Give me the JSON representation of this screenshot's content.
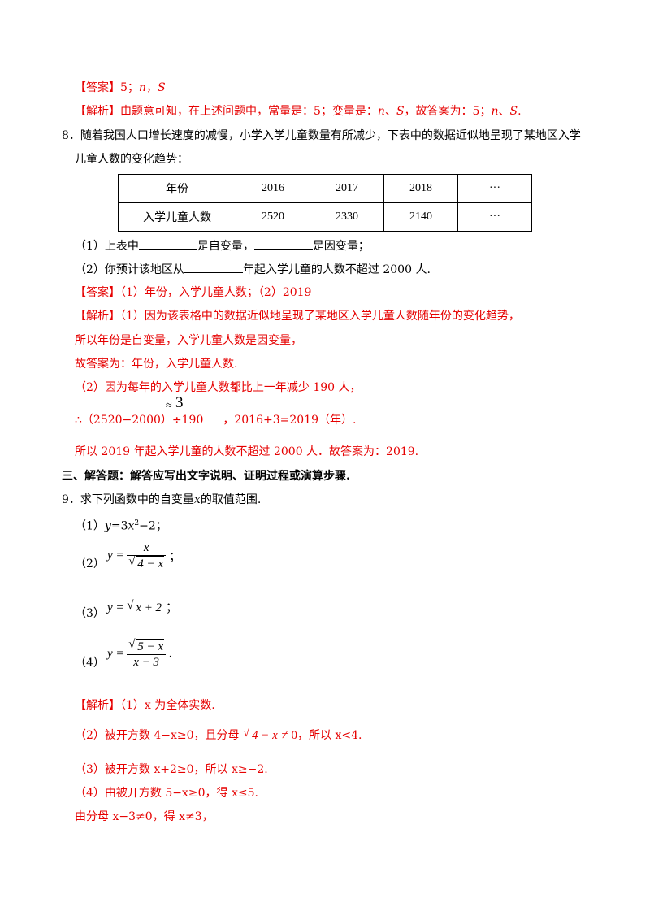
{
  "q7": {
    "answer_tag": "【答案】",
    "answer_text": "5；",
    "answer_var1": "n",
    "answer_sep": "，",
    "answer_var2": "S",
    "analysis_tag": "【解析】",
    "analysis_text": "由题意可知，在上述问题中，常量是：5；变量是：",
    "analysis_var1": "n",
    "analysis_sep": "、",
    "analysis_var2": "S",
    "analysis_mid": "，故答案为：5；",
    "analysis_var3": "n",
    "analysis_sep2": "、",
    "analysis_var4": "S",
    "analysis_end": "."
  },
  "q8": {
    "line1": "8．随着我国人口增长速度的减慢，小学入学儿童数量有所减少，下表中的数据近似地呈现了某地区入学",
    "line2": "儿童人数的变化趋势：",
    "table": {
      "row1": [
        "年份",
        "2016",
        "2017",
        "2018",
        "···"
      ],
      "row2": [
        "入学儿童人数",
        "2520",
        "2330",
        "2140",
        "···"
      ]
    },
    "sub1_a": "（1）上表中",
    "sub1_b": "是自变量，",
    "sub1_c": "是因变量；",
    "sub2_a": "（2）你预计该地区从",
    "sub2_b": "年起入学儿童的人数不超过 2000 人.",
    "answer_tag": "【答案】",
    "answer_text": "（1）年份，入学儿童人数；（2）2019",
    "analysis_tag": "【解析】",
    "analysis_l1": "（1）因为该表格中的数据近似地呈现了某地区入学儿童人数随年份的变化趋势，",
    "analysis_l2": "所以年份是自变量，入学儿童人数是因变量，",
    "analysis_l3": "故答案为：年份，入学儿童人数.",
    "analysis_l4": "（2）因为每年的入学儿童人数都比上一年减少 190 人，",
    "analysis_l5a": "∴（2520−2000）÷190",
    "analysis_approx": "≈",
    "analysis_three": "3",
    "analysis_l5b": "，2016+3=2019（年）.",
    "analysis_l6": "所以 2019 年起入学儿童的人数不超过 2000 人．故答案为：2019."
  },
  "section3": {
    "heading": "三、解答题：解答应写出文字说明、证明过程或演算步骤."
  },
  "q9": {
    "stem_a": "9．求下列函数中的自变量",
    "stem_x": "x",
    "stem_b": "的取值范围.",
    "p1_label": "（1）",
    "p1_expr_a": "y",
    "p1_expr_b": "=3",
    "p1_expr_c": "x",
    "p1_sup": "2",
    "p1_expr_d": "−2；",
    "p2_label": "（2）",
    "p2_lhs": "y =",
    "p2_num": "x",
    "p2_den": "4 − x",
    "p2_end": "；",
    "p3_label": "（3）",
    "p3_lhs": "y =",
    "p3_rad": "x + 2",
    "p3_end": "；",
    "p4_label": "（4）",
    "p4_lhs": "y =",
    "p4_num": "5 − x",
    "p4_den": "x − 3",
    "p4_end": ".",
    "analysis_tag": "【解析】",
    "a1": "（1）x 为全体实数.",
    "a2_a": "（2）被开方数 4−x≥0，且分母",
    "a2_rad": "4 − x",
    "a2_ne": "≠ 0",
    "a2_b": "，所以 x<4.",
    "a3": "（3）被开方数 x+2≥0，所以 x≥−2.",
    "a4": "（4）由被开方数 5−x≥0，得 x≤5.",
    "a5": "由分母 x−3≠0，得 x≠3，"
  }
}
